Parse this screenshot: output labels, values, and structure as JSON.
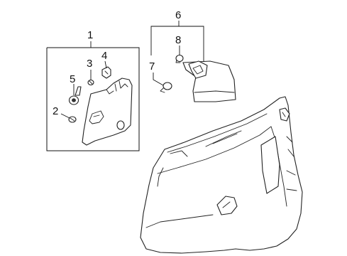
{
  "callouts": [
    {
      "id": "c1",
      "label": "1"
    },
    {
      "id": "c2",
      "label": "2"
    },
    {
      "id": "c3",
      "label": "3"
    },
    {
      "id": "c4",
      "label": "4"
    },
    {
      "id": "c5",
      "label": "5"
    },
    {
      "id": "c6",
      "label": "6"
    },
    {
      "id": "c7",
      "label": "7"
    },
    {
      "id": "c8",
      "label": "8"
    }
  ]
}
